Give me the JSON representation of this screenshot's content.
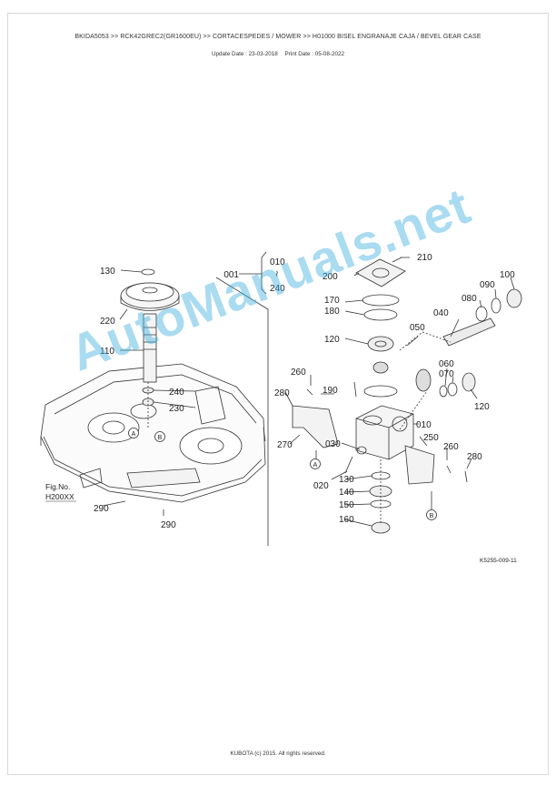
{
  "header": {
    "breadcrumb": "BKIDA5053 >> RCK42GREC2(GR1600EU) >> CORTACESPEDES / MOWER >> H01000   BISEL ENGRANAJE CAJA / BEVEL GEAR CASE",
    "update_date": "Update Date : 23-03-2018",
    "print_date": "Print Date : 05-08-2022"
  },
  "diagram": {
    "range_parent": "001",
    "range_from": "010",
    "range_sep": "≀",
    "range_to": "240",
    "fig_ref_label": "Fig.No.",
    "fig_ref_value": "H200XX",
    "drawing_code": "K5255-009-11",
    "marker_a": "A",
    "marker_b": "B",
    "callouts": {
      "c130a": "130",
      "c220": "220",
      "c110": "110",
      "c240": "240",
      "c230": "230",
      "c290a": "290",
      "c290b": "290",
      "c210": "210",
      "c200": "200",
      "c170": "170",
      "c180": "180",
      "c120a": "120",
      "c050": "050",
      "c040": "040",
      "c080": "080",
      "c090": "090",
      "c100": "100",
      "c260a": "260",
      "c190": "190",
      "c280a": "280",
      "c060": "060",
      "c070": "070",
      "c120b": "120",
      "c270": "270",
      "c030": "030",
      "c010": "010",
      "c250": "250",
      "c260b": "260",
      "c280b": "280",
      "c020": "020",
      "c130b": "130",
      "c140": "140",
      "c150": "150",
      "c160": "160"
    }
  },
  "watermark": "AutoManuals.net",
  "footer": "KUBOTA (c) 2015. All rights reserved."
}
